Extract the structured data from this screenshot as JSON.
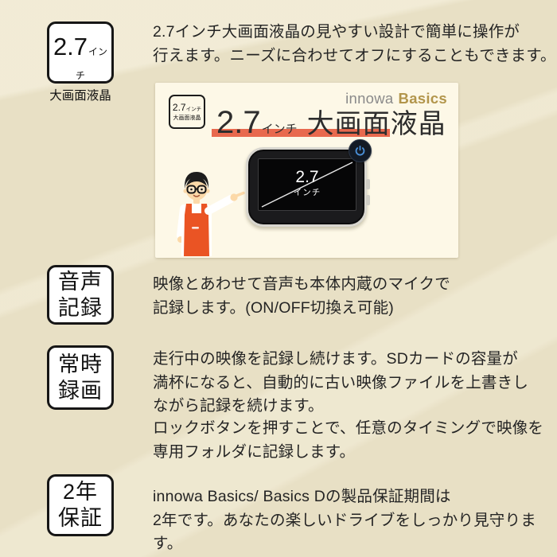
{
  "colors": {
    "page_bg": "#e8e0c5",
    "card_bg": "#fdf8e7",
    "accent_red": "#e8694e",
    "brand_gray": "#8a8a8a",
    "brand_gold": "#b2954b",
    "apron_orange": "#ea5424",
    "power_blue": "#4a90d9"
  },
  "badges": {
    "lcd": {
      "num": "2.7",
      "unit": "インチ",
      "label": "大画面液晶"
    },
    "audio": {
      "line1": "音声",
      "line2": "記録"
    },
    "continuous": {
      "line1": "常時",
      "line2": "録画"
    },
    "warranty": {
      "line1": "2年",
      "line2": "保証"
    }
  },
  "sections": {
    "lcd": {
      "text": "2.7インチ大画面液晶の見やすい設計で簡単に操作が\n行えます。ニーズに合わせてオフにすることもできます。"
    },
    "audio": {
      "text": "映像とあわせて音声も本体内蔵のマイクで\n記録します。(ON/OFF切換え可能)"
    },
    "continuous": {
      "para1": "走行中の映像を記録し続けます。SDカードの容量が\n満杯になると、自動的に古い映像ファイルを上書きし\nながら記録を続けます。",
      "para2": "ロックボタンを押すことで、任意のタイミングで映像を\n専用フォルダに記録します。"
    },
    "warranty": {
      "text": "innowa Basics/ Basics Dの製品保証期間は\n2年です。あなたの楽しいドライブをしっかり見守ります。"
    }
  },
  "product_card": {
    "brand_name": "innowa",
    "brand_series": "Basics",
    "mini_badge": {
      "num": "2.7",
      "unit": "インチ",
      "label": "大画面液晶"
    },
    "headline": {
      "num": "2.7",
      "unit": "インチ",
      "rest": "大画面液晶"
    },
    "screen": {
      "num": "2.7",
      "unit": "インチ"
    }
  }
}
